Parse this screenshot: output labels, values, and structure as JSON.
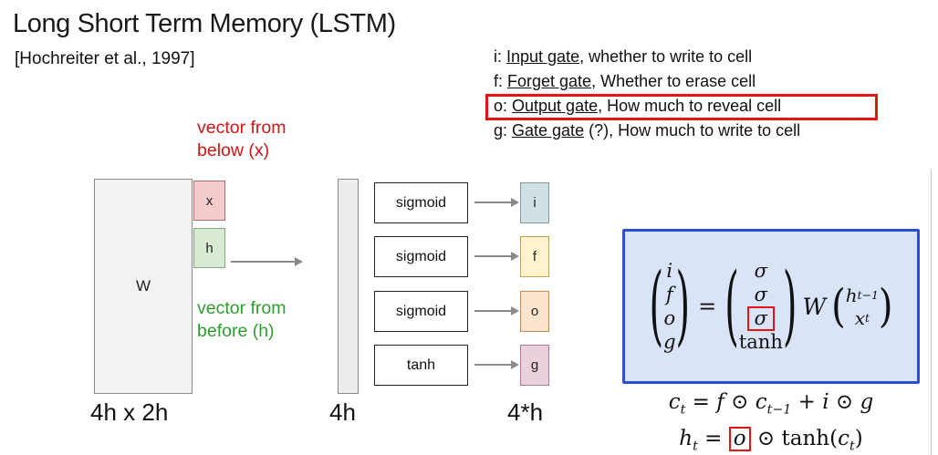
{
  "title": "Long Short Term Memory (LSTM)",
  "citation": "[Hochreiter et al., 1997]",
  "legend": {
    "lines": [
      {
        "prefix": "i: ",
        "term": "Input gate",
        "rest": ", whether to write to cell"
      },
      {
        "prefix": "f: ",
        "term": "Forget gate",
        "rest": ", Whether to erase cell"
      },
      {
        "prefix": "o: ",
        "term": "Output gate",
        "rest": ", How much to reveal cell"
      },
      {
        "prefix": "g: ",
        "term": "Gate gate",
        "rest": " (?), How much to write to cell"
      }
    ]
  },
  "diagram": {
    "vector_below_label": "vector from below (x)",
    "vector_before_label": "vector from before (h)",
    "w_label": "W",
    "x_label": "x",
    "h_label": "h",
    "w_dims_label": "4h x 2h",
    "stack_dim_label": "4h",
    "output_dim_label": "4*h",
    "activations": [
      "sigmoid",
      "sigmoid",
      "sigmoid",
      "tanh"
    ],
    "gate_outputs": [
      "i",
      "f",
      "o",
      "g"
    ]
  },
  "formula": {
    "paren_open": "(",
    "paren_close": ")",
    "equals_sign": "=",
    "lhs_vector": [
      "i",
      "f",
      "o",
      "g"
    ],
    "activation_vector": [
      "σ",
      "σ",
      "σ",
      "tanh"
    ],
    "weight_symbol": "W",
    "input_vector_top": [
      "h",
      "t−1"
    ],
    "input_vector_bottom": [
      "x",
      "t"
    ],
    "cell_equation": [
      "c",
      "t",
      " = ",
      "f",
      " ⊙ ",
      "c",
      "t−1",
      " + ",
      "i",
      " ⊙ ",
      "g"
    ],
    "hidden_equation": [
      "h",
      "t",
      " = ",
      "o",
      " ⊙ ",
      "tanh",
      "(",
      "c",
      "t",
      ")"
    ]
  },
  "colors": {
    "highlight_red": "#e21414",
    "formula_border": "#2b50d0",
    "formula_fill": "#d9e4f8",
    "text_red": "#d01616",
    "text_green": "#2e9e2e",
    "box_x": "#f4cccc",
    "box_h": "#d9ead3",
    "box_i": "#d0e0e3",
    "box_f": "#fff2cc",
    "box_o": "#fce5cd",
    "box_g": "#ead1dc"
  }
}
